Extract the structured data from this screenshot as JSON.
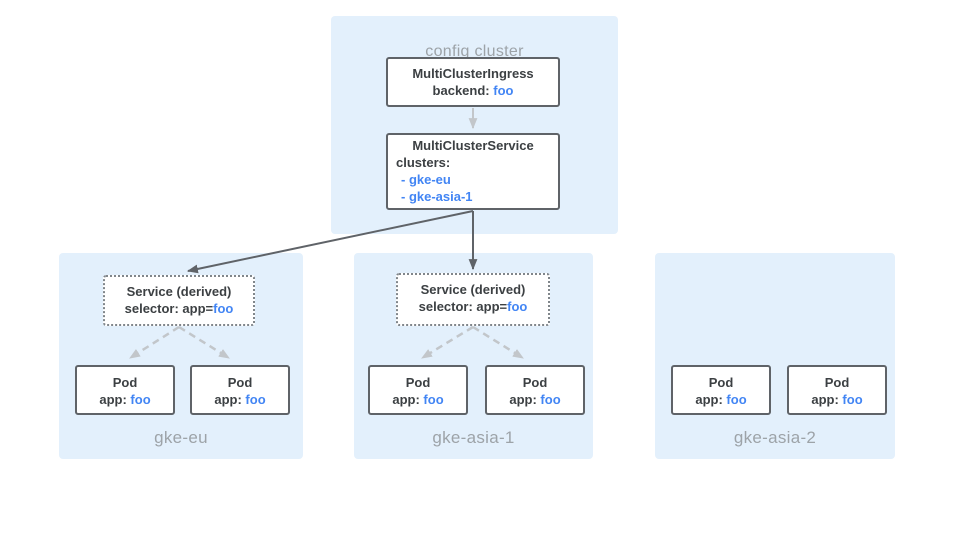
{
  "palette": {
    "cluster_bg": "#e3f0fc",
    "node_border": "#5f6368",
    "text_dark": "#3c4043",
    "text_blue": "#4285f4",
    "text_gray": "#9da3a8",
    "arrow_dark": "#5f6368",
    "arrow_light": "#c2c6ca"
  },
  "config_cluster": {
    "label": "config cluster",
    "ingress": {
      "title": "MultiClusterIngress",
      "backend_label": "backend: ",
      "backend_value": "foo"
    },
    "service": {
      "title": "MultiClusterService",
      "clusters_label": "clusters:",
      "cluster_items": [
        "- gke-eu",
        "- gke-asia-1"
      ]
    }
  },
  "clusters": [
    {
      "name": "gke-eu",
      "service": {
        "title": "Service (derived)",
        "selector_label": "selector: app=",
        "selector_value": "foo"
      },
      "pods": [
        {
          "title": "Pod",
          "app_label": "app: ",
          "app_value": "foo"
        },
        {
          "title": "Pod",
          "app_label": "app: ",
          "app_value": "foo"
        }
      ]
    },
    {
      "name": "gke-asia-1",
      "service": {
        "title": "Service (derived)",
        "selector_label": "selector: app=",
        "selector_value": "foo"
      },
      "pods": [
        {
          "title": "Pod",
          "app_label": "app: ",
          "app_value": "foo"
        },
        {
          "title": "Pod",
          "app_label": "app: ",
          "app_value": "foo"
        }
      ]
    },
    {
      "name": "gke-asia-2",
      "pods": [
        {
          "title": "Pod",
          "app_label": "app: ",
          "app_value": "foo"
        },
        {
          "title": "Pod",
          "app_label": "app: ",
          "app_value": "foo"
        }
      ]
    }
  ]
}
